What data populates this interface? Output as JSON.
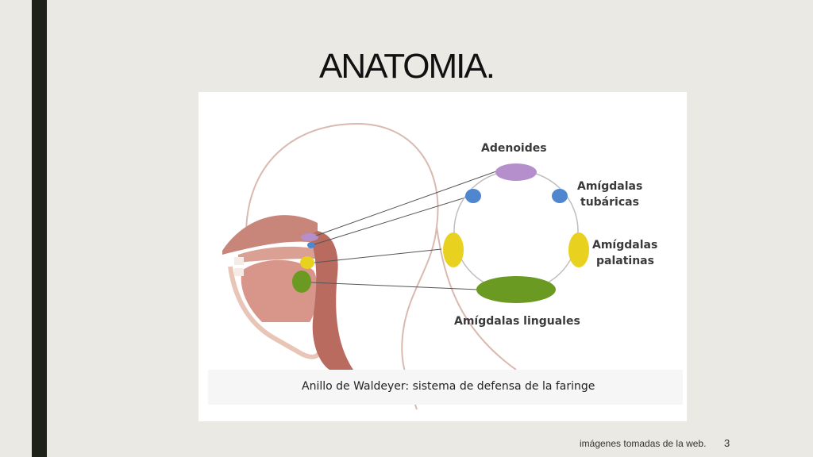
{
  "slide": {
    "title": "ANATOMIA.",
    "footer_note": "imágenes tomadas de la web.",
    "page_number": "3"
  },
  "figure": {
    "labels": {
      "adenoides": "Adenoides",
      "tubaricas_1": "Amígdalas",
      "tubaricas_2": "tubáricas",
      "palatinas_1": "Amígdalas",
      "palatinas_2": "palatinas",
      "linguales": "Amígdalas linguales"
    },
    "caption": "Anillo de Waldeyer: sistema de defensa de la faringe",
    "colors": {
      "adenoides": "#b48fcc",
      "tubaricas": "#4e86cf",
      "palatinas": "#e8d21f",
      "linguales": "#6a9a22"
    }
  }
}
